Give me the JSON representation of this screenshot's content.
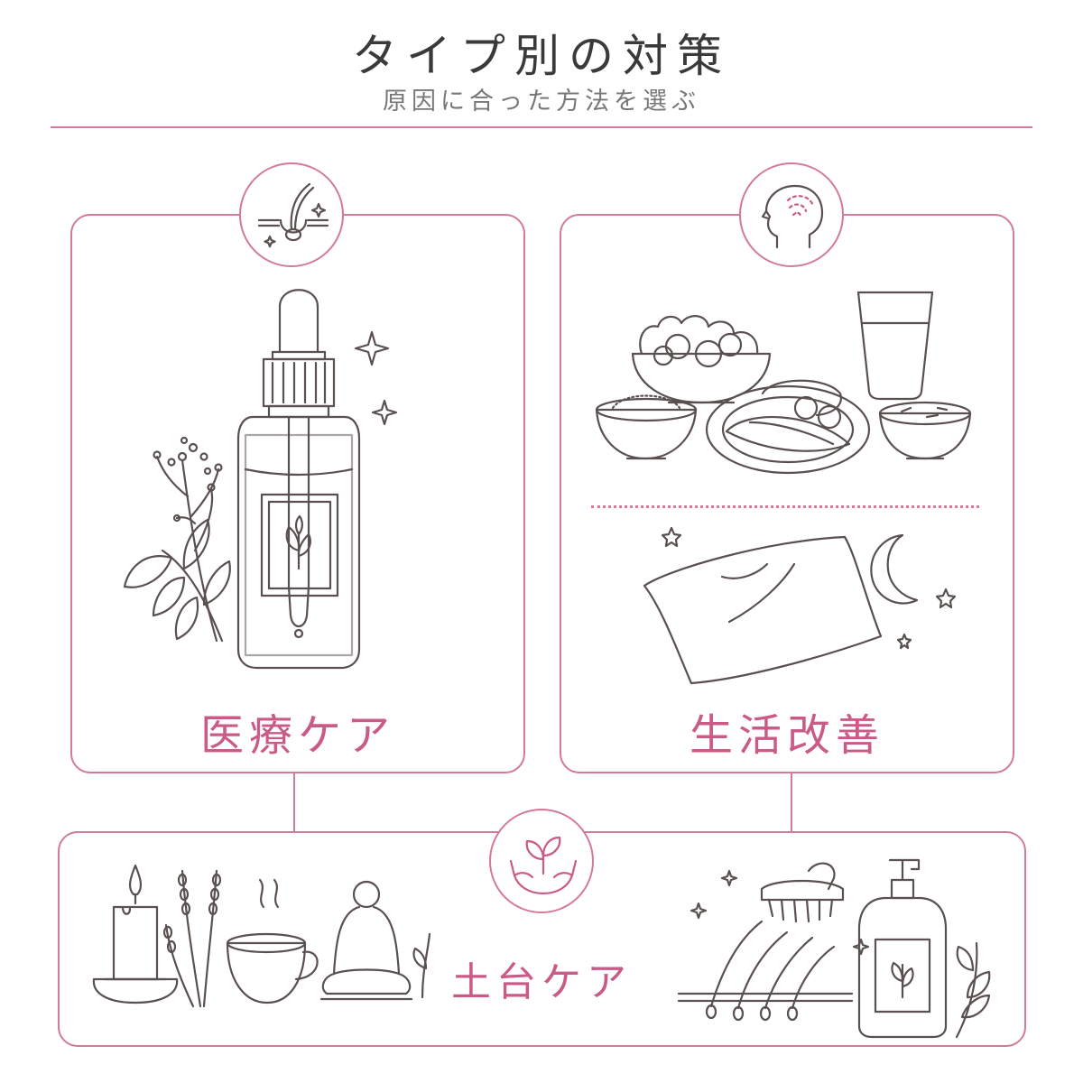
{
  "header": {
    "title": "タイプ別の対策",
    "subtitle": "原因に合った方法を選ぶ"
  },
  "cards": {
    "medical": {
      "label": "医療ケア",
      "badge_icon": "hair-follicle-icon"
    },
    "lifestyle": {
      "label": "生活改善",
      "badge_icon": "head-mind-icon"
    },
    "foundation": {
      "label": "土台ケア",
      "badge_icon": "sprout-hands-icon"
    }
  },
  "colors": {
    "accent": "#d27a98",
    "label": "#c95b86",
    "line_art": "#5a5050",
    "title": "#3a3a3a"
  }
}
